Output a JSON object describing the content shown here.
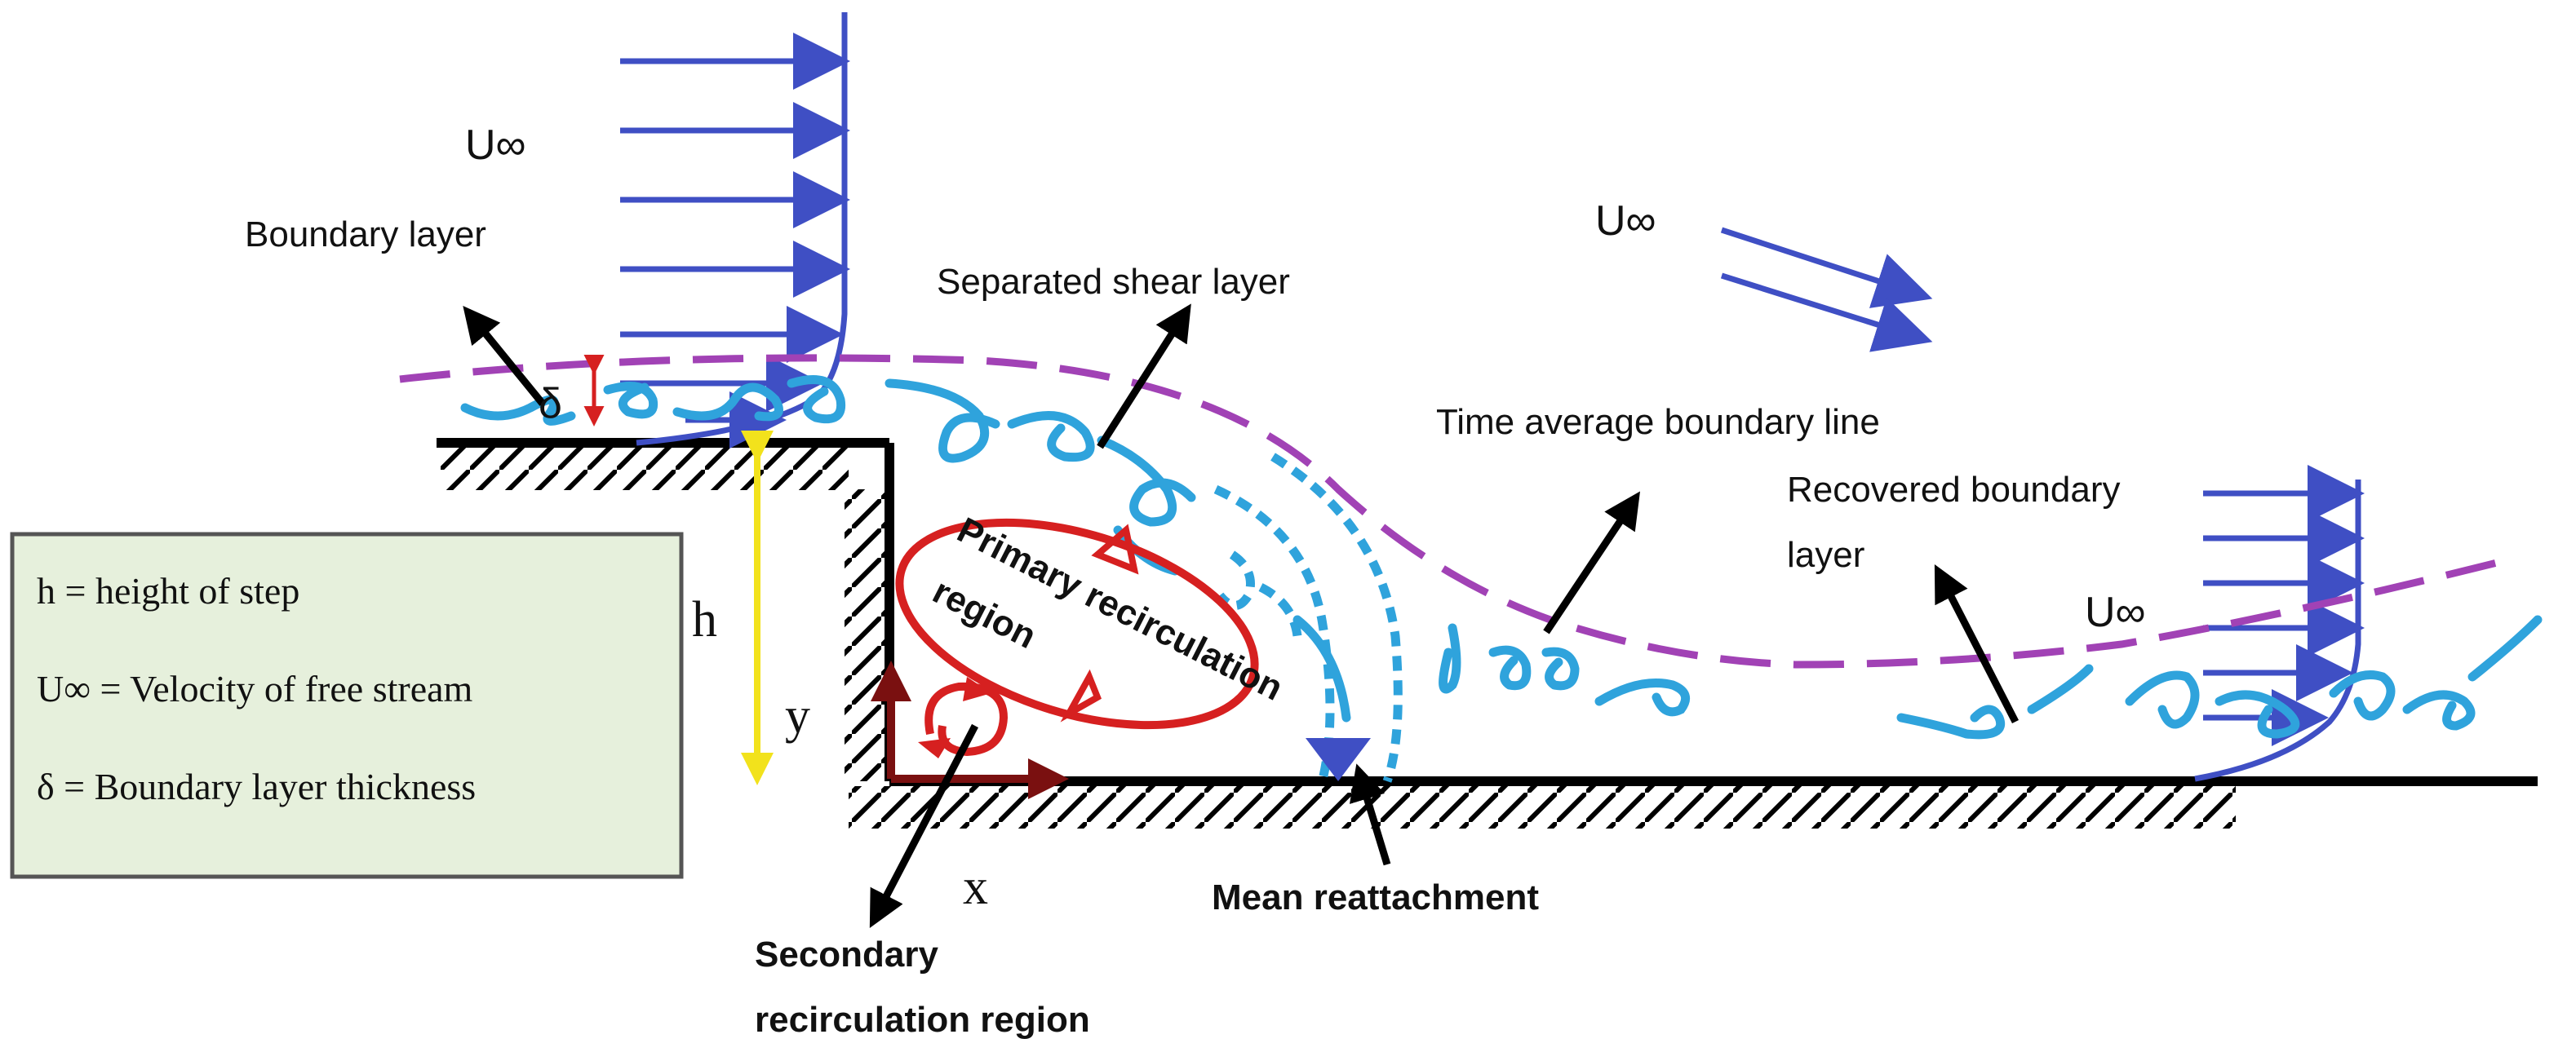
{
  "labels": {
    "u_inf_1": "U∞",
    "u_inf_2": "U∞",
    "u_inf_3": "U∞",
    "boundary_layer": "Boundary layer",
    "delta": "δ",
    "separated_shear_layer": "Separated shear layer",
    "time_average_boundary_line": "Time average boundary line",
    "recovered_boundary_layer_1": "Recovered boundary",
    "recovered_boundary_layer_2": "layer",
    "primary_recirculation_1": "Primary recirculation",
    "primary_recirculation_2": "region",
    "h": "h",
    "y": "y",
    "x": "x",
    "mean_reattachment": "Mean reattachment",
    "secondary_recirculation_1": "Secondary",
    "secondary_recirculation_2": "recirculation region"
  },
  "legend": {
    "lines": [
      "h = height of step",
      "U∞ = Velocity of free stream",
      "δ = Boundary layer thickness"
    ]
  },
  "colors": {
    "profile_blue": "#3F4FC4",
    "eddy_cyan": "#2FA3DC",
    "boundary_purple": "#A142B5",
    "recirculation_red": "#D62020",
    "step_height_yellow": "#F2E21C",
    "axis_maroon": "#7A1010",
    "legend_fill": "#E6F0DC",
    "legend_border": "#555555"
  }
}
